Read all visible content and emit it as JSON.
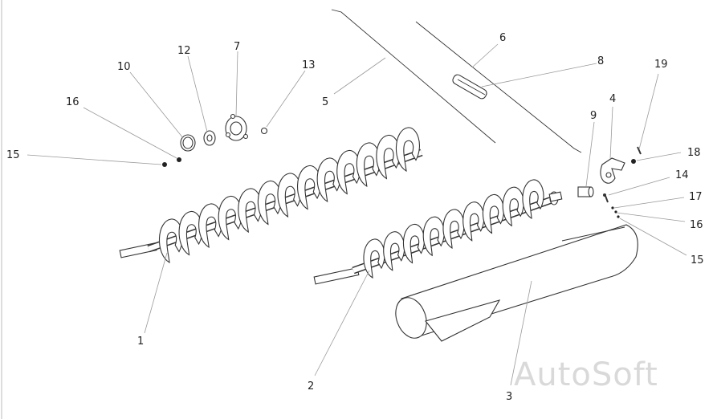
{
  "diagram": {
    "labels": [
      "1",
      "2",
      "3",
      "4",
      "5",
      "6",
      "7",
      "8",
      "9",
      "10",
      "12",
      "13",
      "14",
      "15",
      "15",
      "16",
      "16",
      "17",
      "18",
      "19"
    ],
    "watermark": "AutoSoft"
  }
}
